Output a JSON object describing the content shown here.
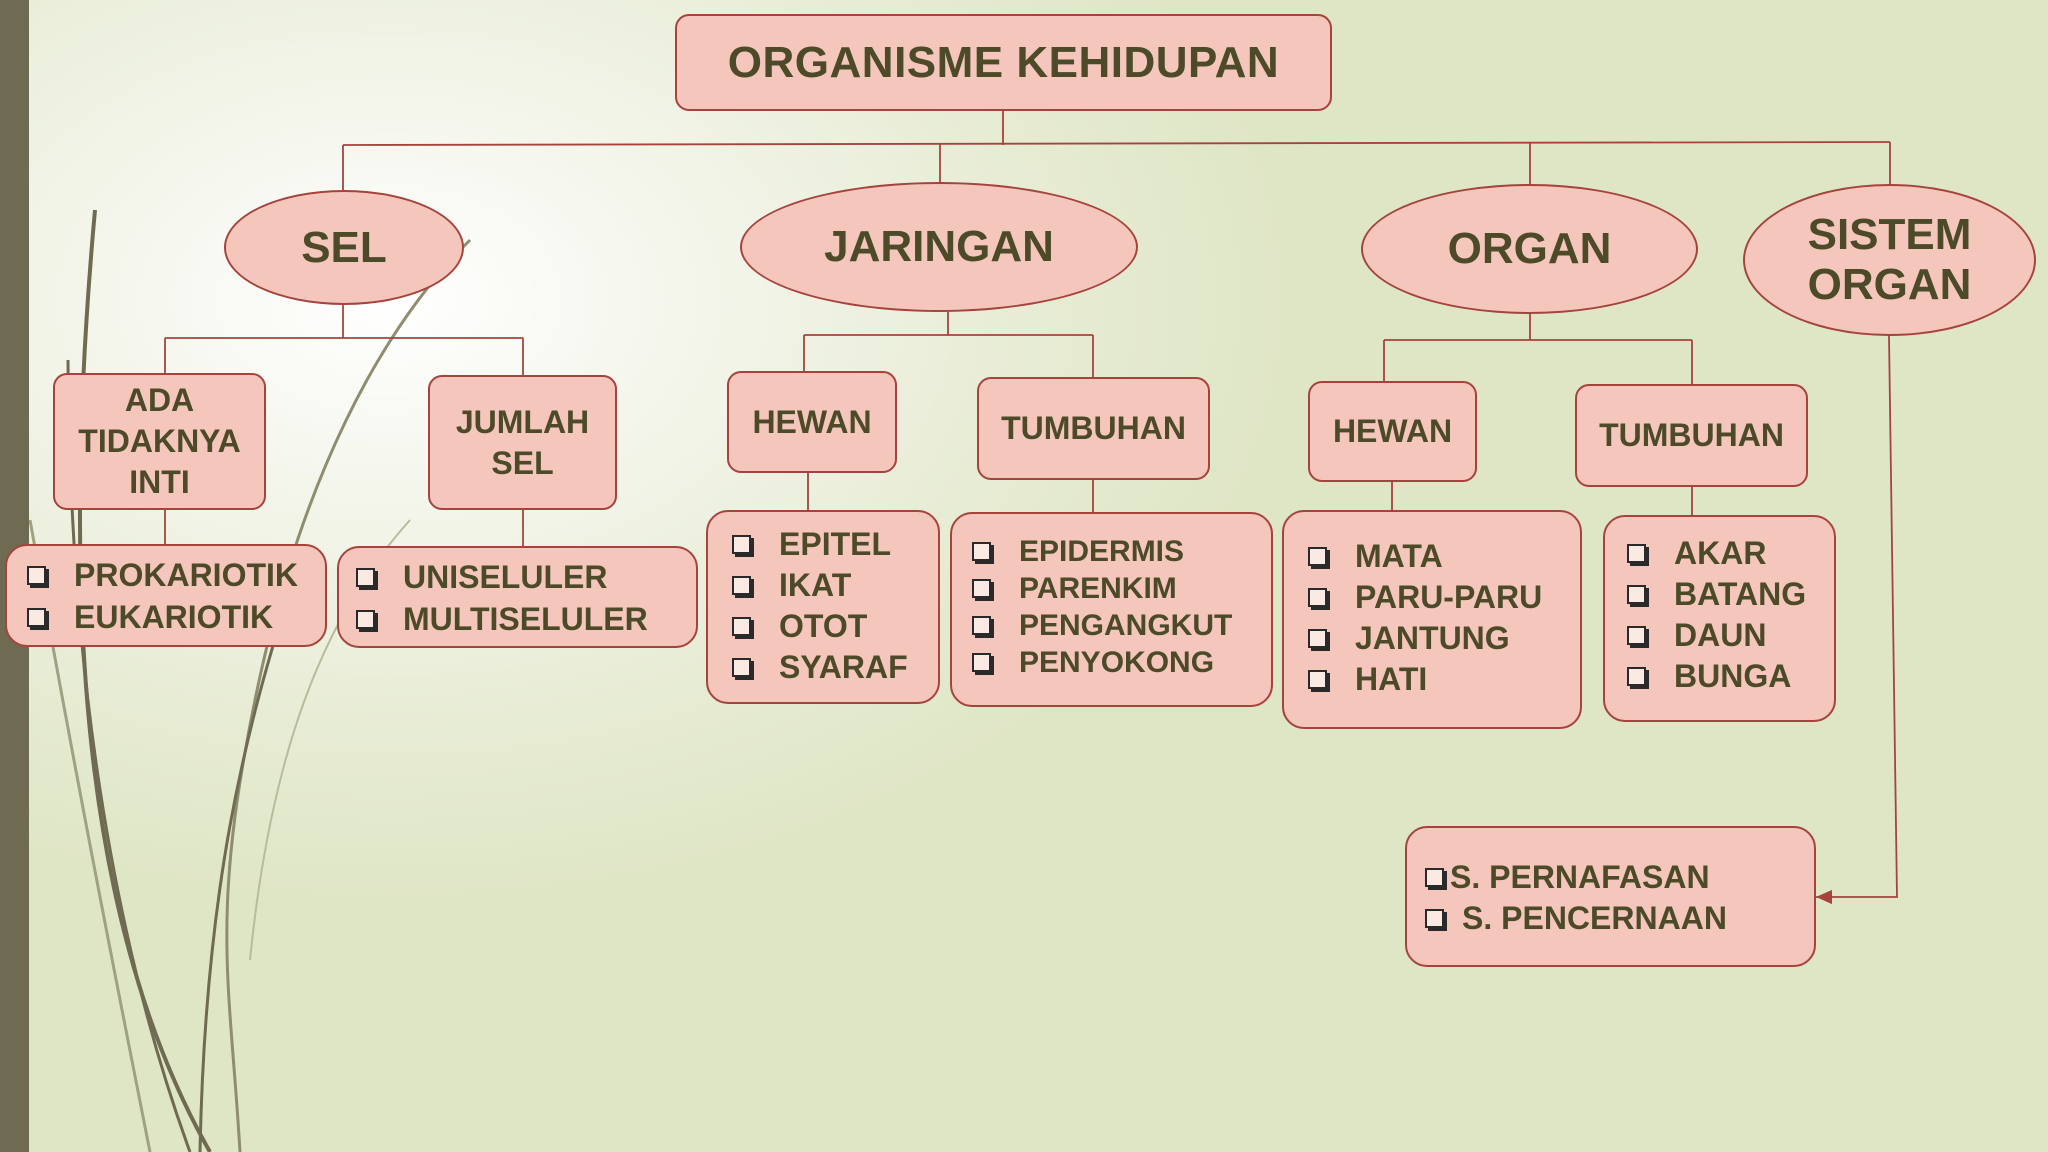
{
  "title": "ORGANISME KEHIDUPAN",
  "levels": {
    "sel": "SEL",
    "jaringan": "JARINGAN",
    "organ": "ORGAN",
    "sistem_organ": [
      "SISTEM",
      "ORGAN"
    ]
  },
  "sel_branches": {
    "ada_tidaknya_inti": [
      "ADA",
      "TIDAKNYA",
      "INTI"
    ],
    "jumlah_sel": [
      "JUMLAH",
      "SEL"
    ]
  },
  "jaringan_branches": {
    "hewan": "HEWAN",
    "tumbuhan": "TUMBUHAN"
  },
  "organ_branches": {
    "hewan": "HEWAN",
    "tumbuhan": "TUMBUHAN"
  },
  "lists": {
    "inti": [
      "PROKARIOTIK",
      "EUKARIOTIK"
    ],
    "jumlah": [
      "UNISELULER",
      "MULTISELULER"
    ],
    "jaringan_hewan": [
      "EPITEL",
      "IKAT",
      "OTOT",
      "SYARAF"
    ],
    "jaringan_tumbuhan": [
      "EPIDERMIS",
      "PARENKIM",
      "PENGANGKUT",
      "PENYOKONG"
    ],
    "organ_hewan": [
      "MATA",
      "PARU-PARU",
      "JANTUNG",
      "HATI"
    ],
    "organ_tumbuhan": [
      "AKAR",
      "BATANG",
      "DAUN",
      "BUNGA"
    ],
    "sistem_organ": [
      "S. PERNAFASAN",
      "S. PENCERNAAN"
    ]
  },
  "colors": {
    "node_fill": "#f4c6bc",
    "node_border": "#a5443e",
    "text": "#4c4a28",
    "connector": "#a5443e",
    "sidebar": "#6f6a52"
  }
}
